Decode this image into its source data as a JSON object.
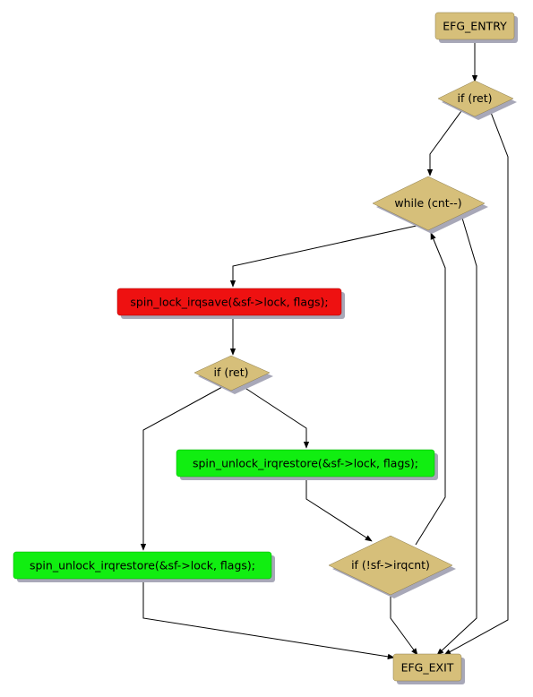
{
  "colors": {
    "terminal": "#d6bf7a",
    "decision": "#d6bf7a",
    "highlight_red": "#ee1111",
    "highlight_green": "#11ee11",
    "shadow": "#a8a8b8",
    "edge": "#000000"
  },
  "nodes": {
    "entry": "EFG_ENTRY",
    "if_ret_top": "if (ret)",
    "while_cnt": "while (cnt--)",
    "lock": "spin_lock_irqsave(&sf->lock, flags);",
    "if_ret_inner": "if (ret)",
    "unlock_right": "spin_unlock_irqrestore(&sf->lock, flags);",
    "unlock_left": "spin_unlock_irqrestore(&sf->lock, flags);",
    "if_irqcnt": "if (!sf->irqcnt)",
    "exit": "EFG_EXIT"
  }
}
